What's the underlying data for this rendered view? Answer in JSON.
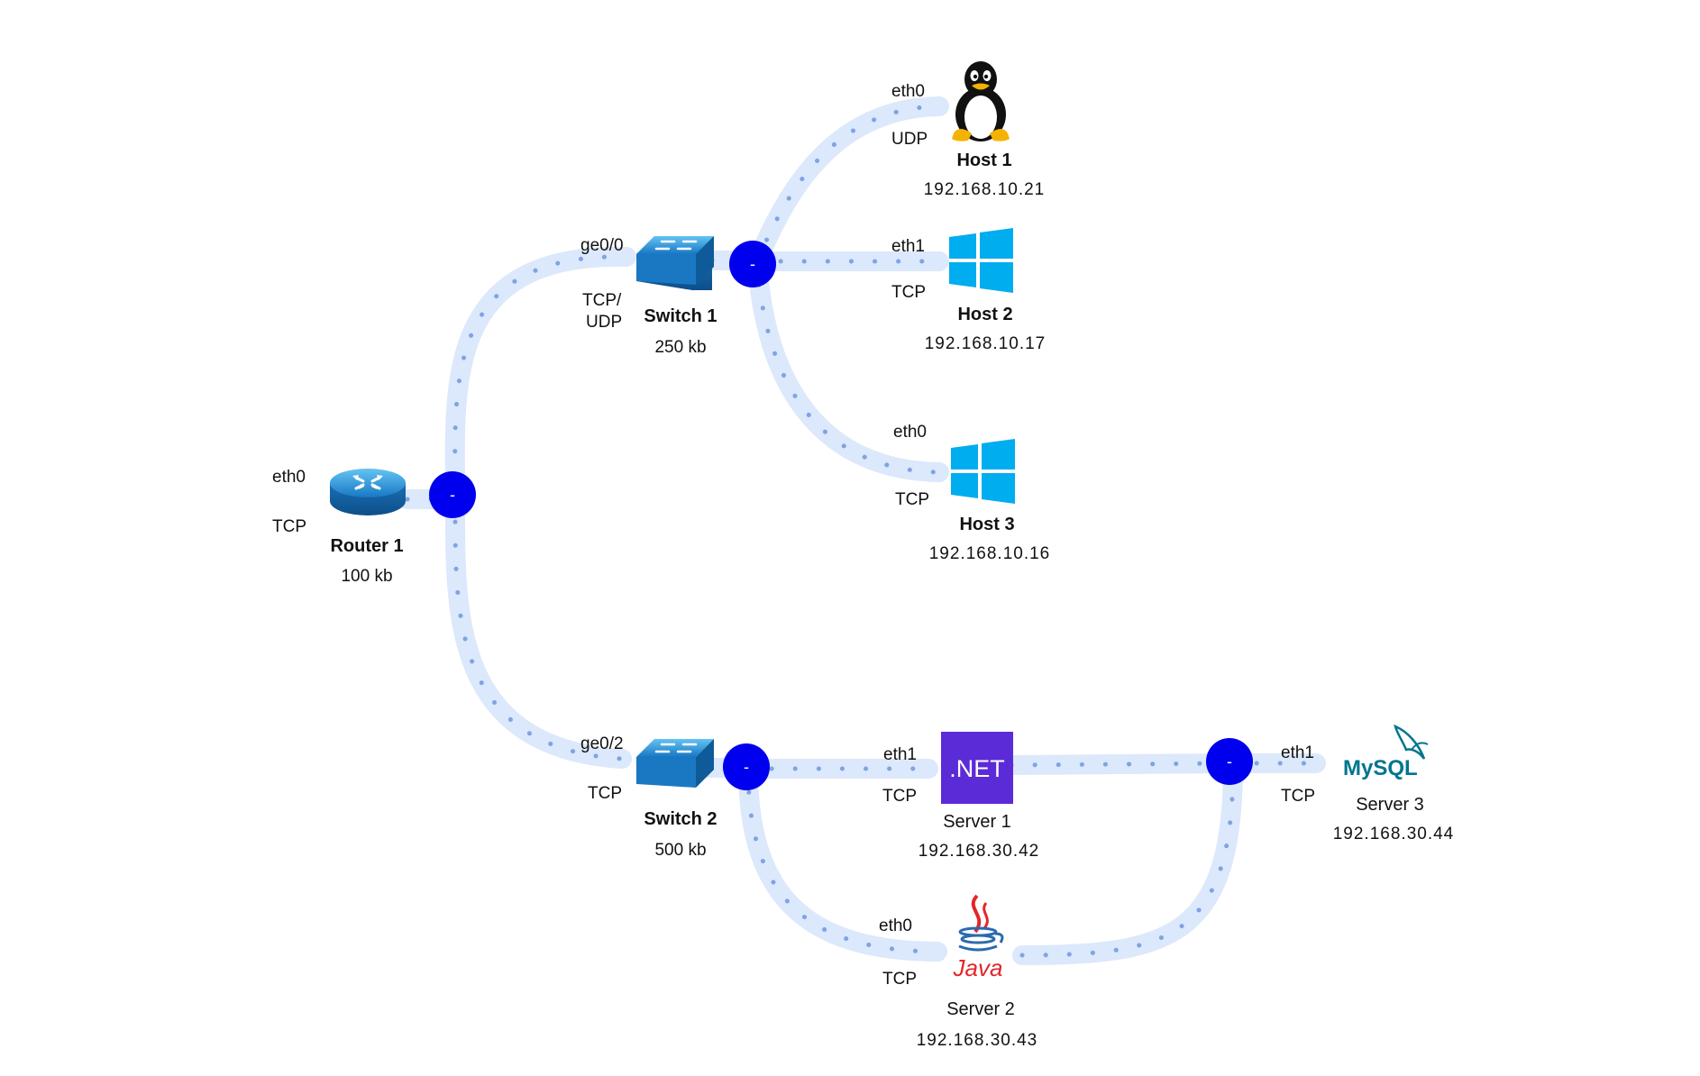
{
  "devices": {
    "router1": {
      "name": "Router 1",
      "size": "100 kb",
      "port": "eth0",
      "protocol": "TCP"
    },
    "switch1": {
      "name": "Switch 1",
      "size": "250 kb",
      "port": "ge0/0",
      "protocol_line1": "TCP/",
      "protocol_line2": "UDP"
    },
    "switch2": {
      "name": "Switch 2",
      "size": "500 kb",
      "port": "ge0/2",
      "protocol": "TCP"
    },
    "host1": {
      "name": "Host 1",
      "ip": "192.168.10.21",
      "port": "eth0",
      "protocol": "UDP",
      "icon": "linux-tux-icon"
    },
    "host2": {
      "name": "Host 2",
      "ip": "192.168.10.17",
      "port": "eth1",
      "protocol": "TCP",
      "icon": "windows-icon"
    },
    "host3": {
      "name": "Host 3",
      "ip": "192.168.10.16",
      "port": "eth0",
      "protocol": "TCP",
      "icon": "windows-icon"
    },
    "server1": {
      "name": "Server 1",
      "ip": "192.168.30.42",
      "port": "eth1",
      "protocol": "TCP",
      "icon": "dotnet-icon",
      "badge": ".NET"
    },
    "server2": {
      "name": "Server 2",
      "ip": "192.168.30.43",
      "port": "eth0",
      "protocol": "TCP",
      "icon": "java-icon",
      "badge": "Java"
    },
    "server3": {
      "name": "Server 3",
      "ip": "192.168.30.44",
      "port": "eth1",
      "protocol": "TCP",
      "icon": "mysql-icon",
      "badge": "MySQL"
    }
  },
  "toggles": {
    "label": "-"
  },
  "colors": {
    "link": "#dce8fb",
    "flow": "#7ea4e4",
    "toggle": "#0000ee",
    "dotnet": "#5c2bd8",
    "windows": "#00adef",
    "java_red": "#e3262a",
    "java_blue": "#2a6ab0",
    "mysql_blue": "#00758f",
    "mysql_orange": "#f29111"
  }
}
